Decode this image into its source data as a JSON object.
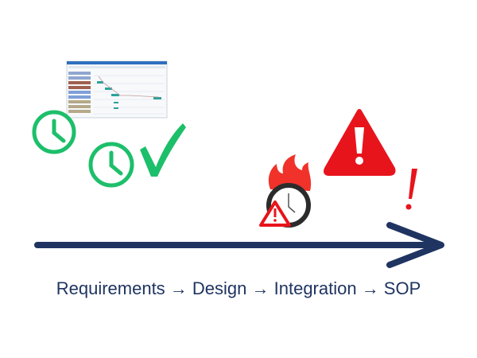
{
  "caption": "Requirements → Design → Integration → SOP",
  "colors": {
    "green": "#1dbf6a",
    "red": "#e8141c",
    "navy": "#1f3461",
    "dark": "#2b2b2b"
  },
  "icons": [
    "clock-icon",
    "clock-icon",
    "checkmark-icon",
    "schedule-screenshot",
    "warning-icon",
    "exclamation-icon",
    "burning-clock-icon",
    "small-warning-icon",
    "timeline-arrow"
  ]
}
